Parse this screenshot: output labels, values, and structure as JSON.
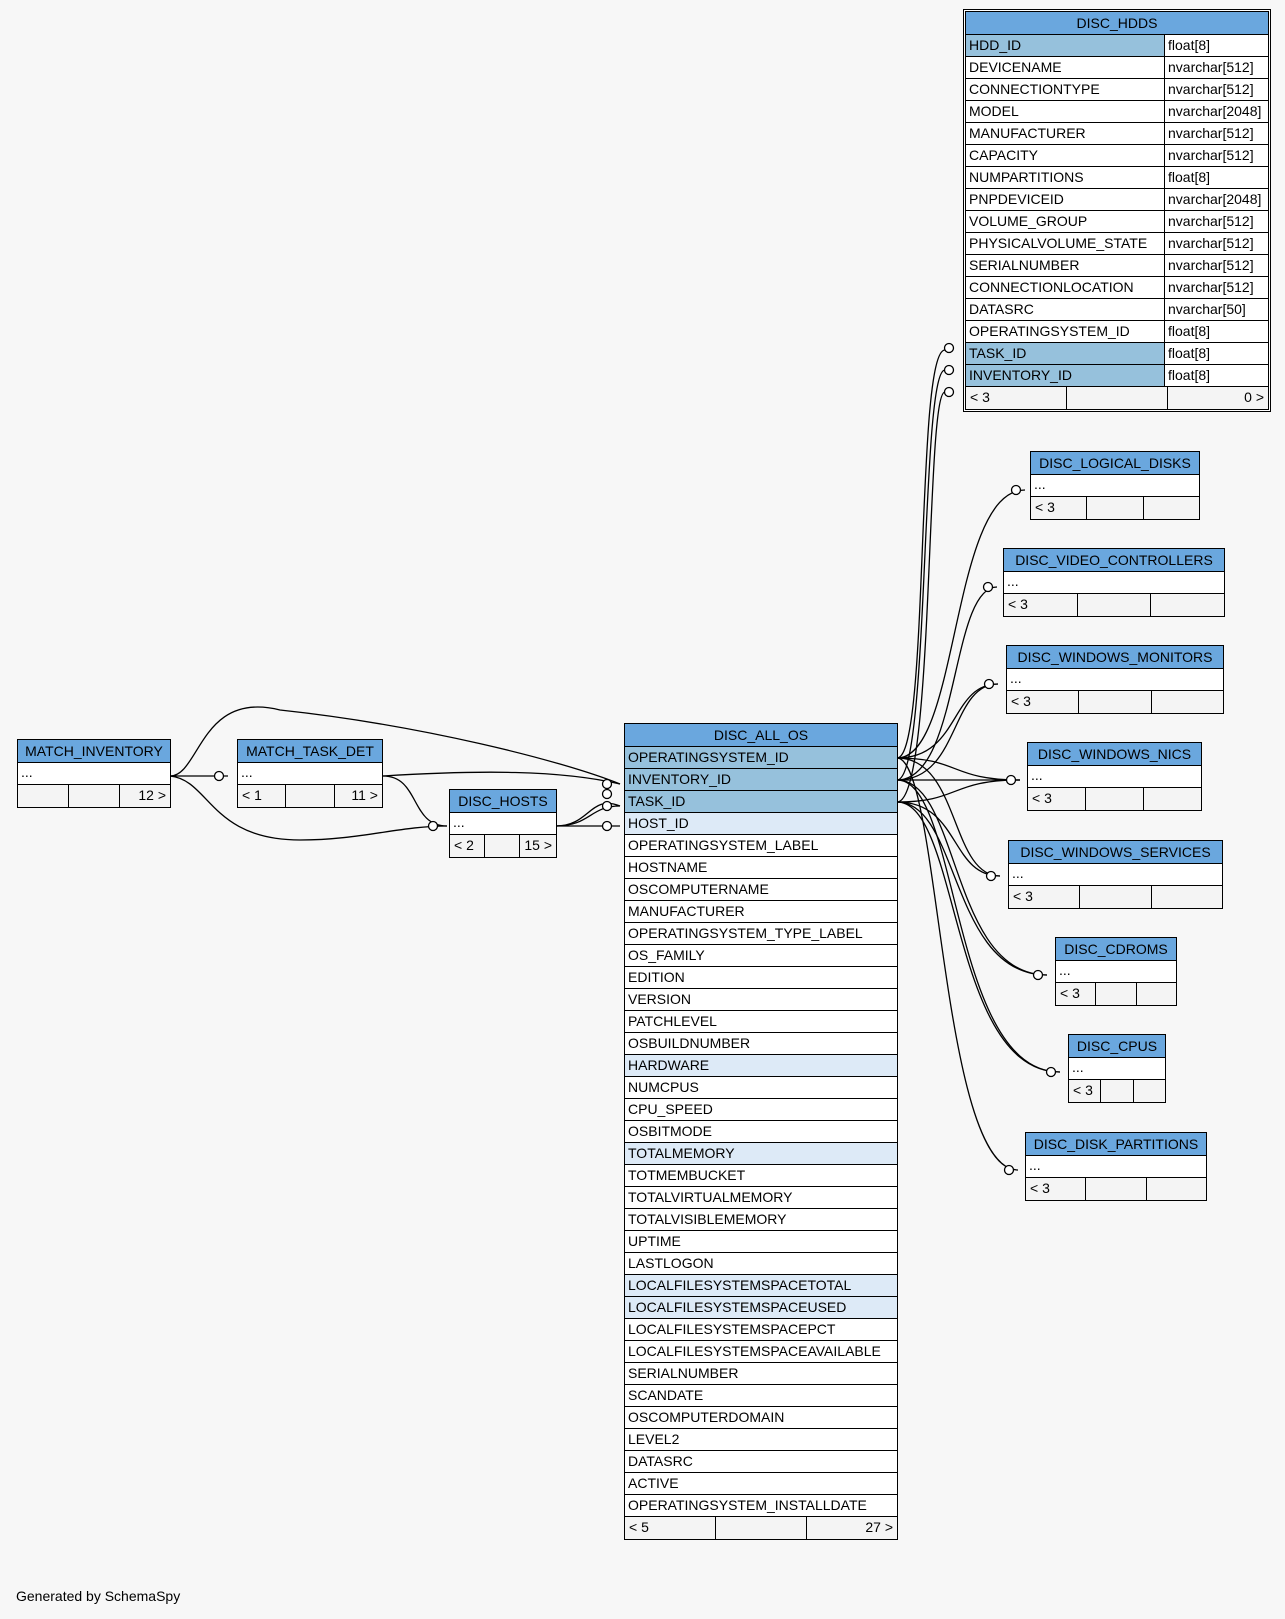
{
  "tables": {
    "disc_hdds": {
      "name": "DISC_HDDS",
      "columns": [
        {
          "name": "HDD_ID",
          "type": "float[8]"
        },
        {
          "name": "DEVICENAME",
          "type": "nvarchar[512]"
        },
        {
          "name": "CONNECTIONTYPE",
          "type": "nvarchar[512]"
        },
        {
          "name": "MODEL",
          "type": "nvarchar[2048]"
        },
        {
          "name": "MANUFACTURER",
          "type": "nvarchar[512]"
        },
        {
          "name": "CAPACITY",
          "type": "nvarchar[512]"
        },
        {
          "name": "NUMPARTITIONS",
          "type": "float[8]"
        },
        {
          "name": "PNPDEVICEID",
          "type": "nvarchar[2048]"
        },
        {
          "name": "VOLUME_GROUP",
          "type": "nvarchar[512]"
        },
        {
          "name": "PHYSICALVOLUME_STATE",
          "type": "nvarchar[512]"
        },
        {
          "name": "SERIALNUMBER",
          "type": "nvarchar[512]"
        },
        {
          "name": "CONNECTIONLOCATION",
          "type": "nvarchar[512]"
        },
        {
          "name": "DATASRC",
          "type": "nvarchar[50]"
        },
        {
          "name": "OPERATINGSYSTEM_ID",
          "type": "float[8]"
        },
        {
          "name": "TASK_ID",
          "type": "float[8]"
        },
        {
          "name": "INVENTORY_ID",
          "type": "float[8]"
        }
      ],
      "footer": {
        "left": "< 3",
        "mid": "",
        "right": "0 >"
      }
    },
    "disc_all_os": {
      "name": "DISC_ALL_OS",
      "columns": [
        "OPERATINGSYSTEM_ID",
        "INVENTORY_ID",
        "TASK_ID",
        "HOST_ID",
        "OPERATINGSYSTEM_LABEL",
        "HOSTNAME",
        "OSCOMPUTERNAME",
        "MANUFACTURER",
        "OPERATINGSYSTEM_TYPE_LABEL",
        "OS_FAMILY",
        "EDITION",
        "VERSION",
        "PATCHLEVEL",
        "OSBUILDNUMBER",
        "HARDWARE",
        "NUMCPUS",
        "CPU_SPEED",
        "OSBITMODE",
        "TOTALMEMORY",
        "TOTMEMBUCKET",
        "TOTALVIRTUALMEMORY",
        "TOTALVISIBLEMEMORY",
        "UPTIME",
        "LASTLOGON",
        "LOCALFILESYSTEMSPACETOTAL",
        "LOCALFILESYSTEMSPACEUSED",
        "LOCALFILESYSTEMSPACEPCT",
        "LOCALFILESYSTEMSPACEAVAILABLE",
        "SERIALNUMBER",
        "SCANDATE",
        "OSCOMPUTERDOMAIN",
        "LEVEL2",
        "DATASRC",
        "ACTIVE",
        "OPERATINGSYSTEM_INSTALLDATE"
      ],
      "footer": {
        "left": "< 5",
        "mid": "",
        "right": "27 >"
      }
    },
    "match_inventory": {
      "name": "MATCH_INVENTORY",
      "ellipsis": "...",
      "footer": {
        "left": "",
        "mid": "",
        "right": "12 >"
      }
    },
    "match_task_det": {
      "name": "MATCH_TASK_DET",
      "ellipsis": "...",
      "footer": {
        "left": "< 1",
        "mid": "",
        "right": "11 >"
      }
    },
    "disc_hosts": {
      "name": "DISC_HOSTS",
      "ellipsis": "...",
      "footer": {
        "left": "< 2",
        "mid": "",
        "right": "15 >"
      }
    },
    "disc_logical_disks": {
      "name": "DISC_LOGICAL_DISKS",
      "ellipsis": "...",
      "footer": {
        "left": "< 3",
        "mid": "",
        "right": ""
      }
    },
    "disc_video_controllers": {
      "name": "DISC_VIDEO_CONTROLLERS",
      "ellipsis": "...",
      "footer": {
        "left": "< 3",
        "mid": "",
        "right": ""
      }
    },
    "disc_windows_monitors": {
      "name": "DISC_WINDOWS_MONITORS",
      "ellipsis": "...",
      "footer": {
        "left": "< 3",
        "mid": "",
        "right": ""
      }
    },
    "disc_windows_nics": {
      "name": "DISC_WINDOWS_NICS",
      "ellipsis": "...",
      "footer": {
        "left": "< 3",
        "mid": "",
        "right": ""
      }
    },
    "disc_windows_services": {
      "name": "DISC_WINDOWS_SERVICES",
      "ellipsis": "...",
      "footer": {
        "left": "< 3",
        "mid": "",
        "right": ""
      }
    },
    "disc_cdroms": {
      "name": "DISC_CDROMS",
      "ellipsis": "...",
      "footer": {
        "left": "< 3",
        "mid": "",
        "right": ""
      }
    },
    "disc_cpus": {
      "name": "DISC_CPUS",
      "ellipsis": "...",
      "footer": {
        "left": "< 3",
        "mid": "",
        "right": ""
      }
    },
    "disc_disk_partitions": {
      "name": "DISC_DISK_PARTITIONS",
      "ellipsis": "...",
      "footer": {
        "left": "< 3",
        "mid": "",
        "right": ""
      }
    }
  },
  "colors": {
    "header": "#6aa7de",
    "primary_key": "#96c1dc",
    "foreign_key": "#ddeaf7",
    "background": "#f7f7f7"
  },
  "generated_by": "Generated by SchemaSpy"
}
